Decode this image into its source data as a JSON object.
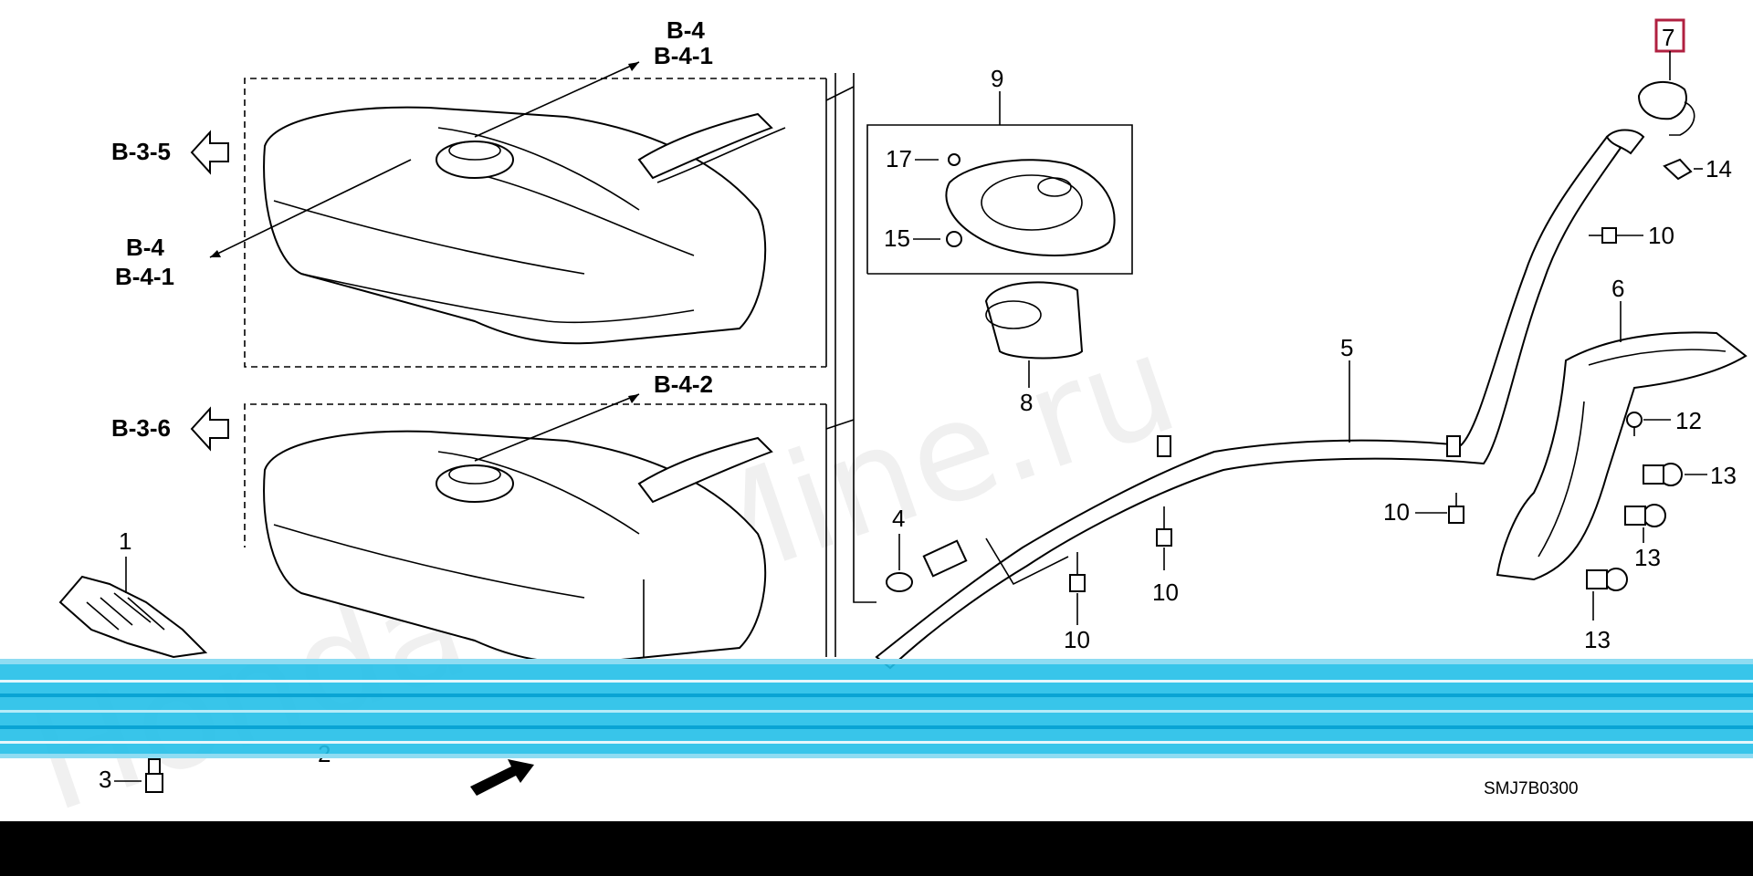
{
  "diagram": {
    "code": "SMJ7B0300",
    "watermark": "HondaCarMine.ru",
    "highlighted_part": "7",
    "refs": {
      "b4_top_a": "B-4",
      "b4_top_b": "B-4-1",
      "b35": "B-3-5",
      "b4_mid_a": "B-4",
      "b4_mid_b": "B-4-1",
      "b42": "B-4-2",
      "b36": "B-3-6"
    },
    "part_labels": {
      "p1": "1",
      "p2": "2",
      "p3": "3",
      "p4": "4",
      "p5": "5",
      "p6": "6",
      "p7": "7",
      "p8": "8",
      "p9": "9",
      "p10a": "10",
      "p10b": "10",
      "p10c": "10",
      "p10d": "10",
      "p12": "12",
      "p13a": "13",
      "p13b": "13",
      "p13c": "13",
      "p14": "14",
      "p15": "15",
      "p17": "17"
    }
  }
}
